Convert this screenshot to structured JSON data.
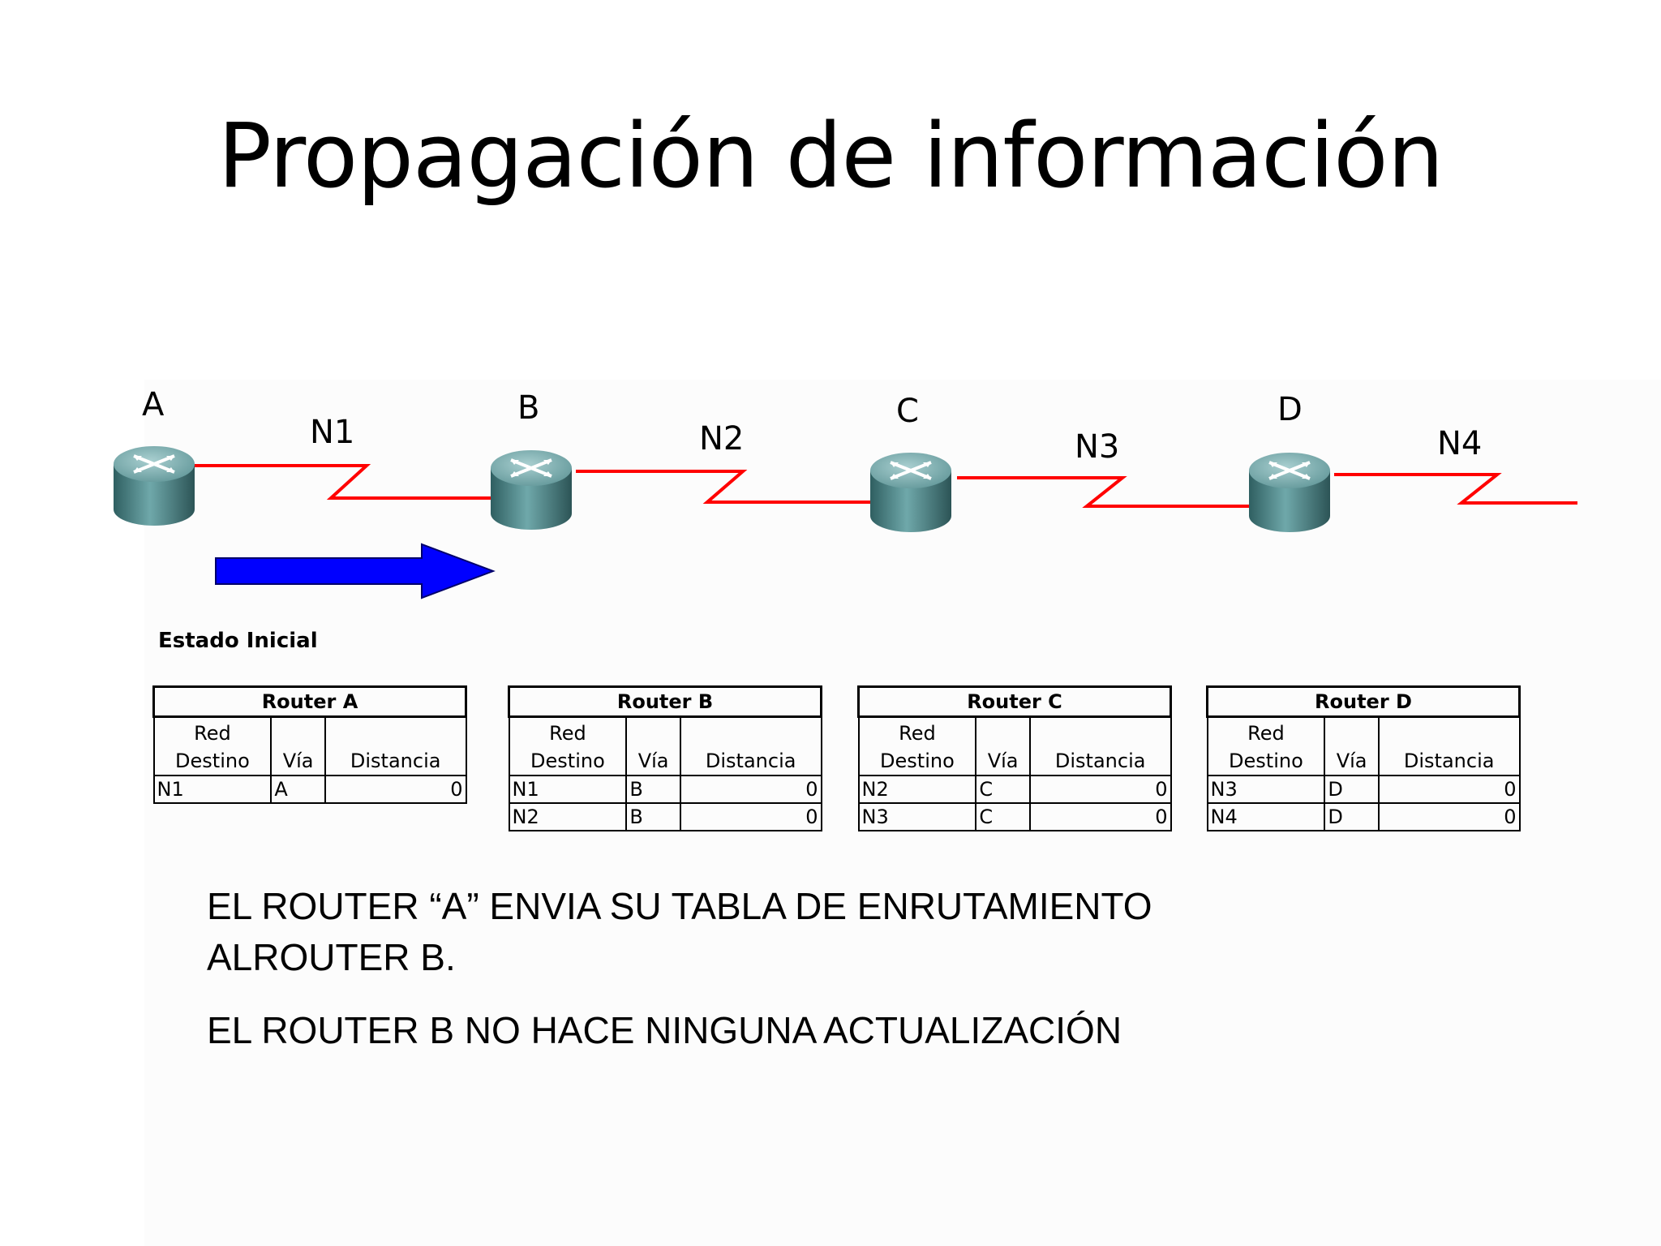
{
  "title": "Propagación de información",
  "routers": [
    {
      "letter": "A",
      "net": "N1"
    },
    {
      "letter": "B",
      "net": "N2"
    },
    {
      "letter": "C",
      "net": "N3"
    },
    {
      "letter": "D",
      "net": "N4"
    }
  ],
  "section_label": "Estado Inicial",
  "table_headers": {
    "dest": "Red Destino",
    "dest_line1": "Red",
    "dest_line2": "Destino",
    "via": "Vía",
    "dist": "Distancia"
  },
  "tables": [
    {
      "title": "Router A",
      "rows": [
        [
          "N1",
          "A",
          "0"
        ]
      ]
    },
    {
      "title": "Router B",
      "rows": [
        [
          "N1",
          "B",
          "0"
        ],
        [
          "N2",
          "B",
          "0"
        ]
      ]
    },
    {
      "title": "Router C",
      "rows": [
        [
          "N2",
          "C",
          "0"
        ],
        [
          "N3",
          "C",
          "0"
        ]
      ]
    },
    {
      "title": "Router D",
      "rows": [
        [
          "N3",
          "D",
          "0"
        ],
        [
          "N4",
          "D",
          "0"
        ]
      ]
    }
  ],
  "captions": [
    "EL ROUTER “A” ENVIA SU TABLA DE ENRUTAMIENTO",
    "ALROUTER B.",
    "EL ROUTER B NO HACE NINGUNA ACTUALIZACIÓN"
  ],
  "colors": {
    "link": "#ff0000",
    "arrow": "#0000ff",
    "router_body": "#4d8a8c"
  }
}
